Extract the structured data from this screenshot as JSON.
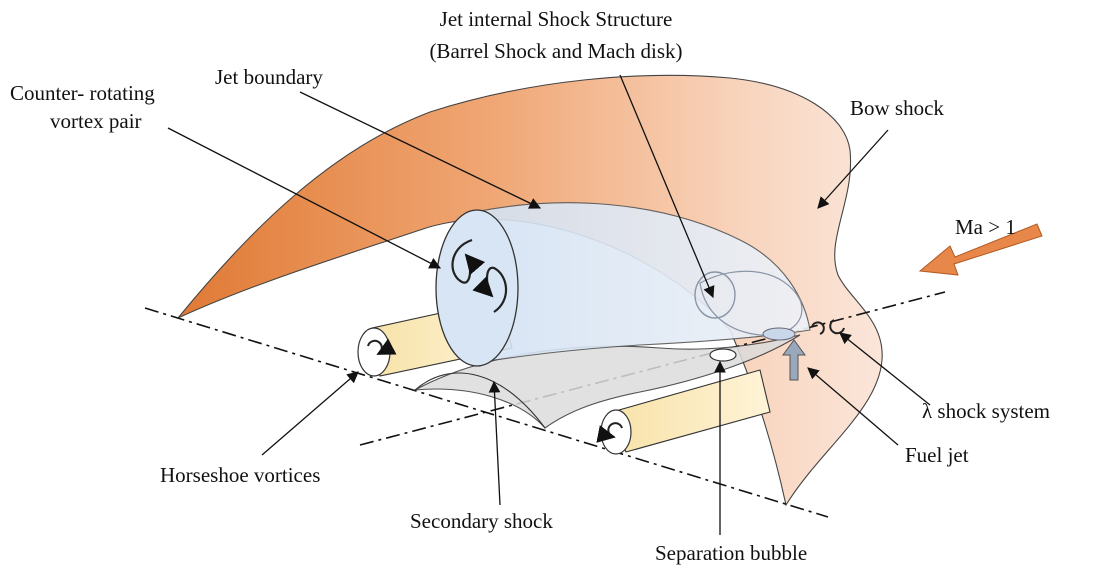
{
  "labels": {
    "jet_internal_line1": "Jet internal Shock Structure",
    "jet_internal_line2": "(Barrel Shock and Mach disk)",
    "jet_boundary": "Jet boundary",
    "counter_rotating_line1": "Counter- rotating",
    "counter_rotating_line2": "vortex pair",
    "bow_shock": "Bow shock",
    "mach": "Ma > 1",
    "lambda_shock": "λ shock system",
    "fuel_jet": "Fuel jet",
    "horseshoe_vortices": "Horseshoe vortices",
    "secondary_shock": "Secondary shock",
    "separation_bubble": "Separation bubble"
  },
  "colors": {
    "bow_shock_dark": "#e07a35",
    "bow_shock_light": "#fbe6da",
    "jet_plume": "#dce8f5",
    "vortex_tube": "#fbe9b8",
    "inflow_arrow": "#e8874a",
    "fuel_jet_arrow": "#9aa8bb"
  }
}
